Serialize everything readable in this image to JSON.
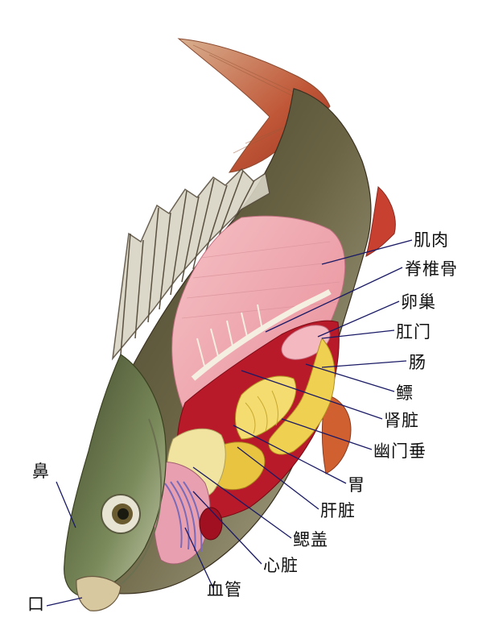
{
  "labels": {
    "muscle": "肌肉",
    "spine": "脊椎骨",
    "ovary": "卵巢",
    "anus": "肛门",
    "intestine": "肠",
    "swim_bladder": "鳔",
    "kidney": "肾脏",
    "pyloric_caeca": "幽门垂",
    "stomach": "胃",
    "liver": "肝脏",
    "gill_cover": "鳃盖",
    "heart": "心脏",
    "blood_vessel": "血管",
    "nostril": "鼻",
    "mouth": "口"
  },
  "colors": {
    "muscle": "#f0a8ae",
    "organ_red": "#b81a2a",
    "yellow_organ": "#f0d050",
    "back_dark": "#4a4030",
    "belly_light": "#c8c0a0",
    "fin_red": "#c84030",
    "leader_line": "#1a1a66"
  }
}
